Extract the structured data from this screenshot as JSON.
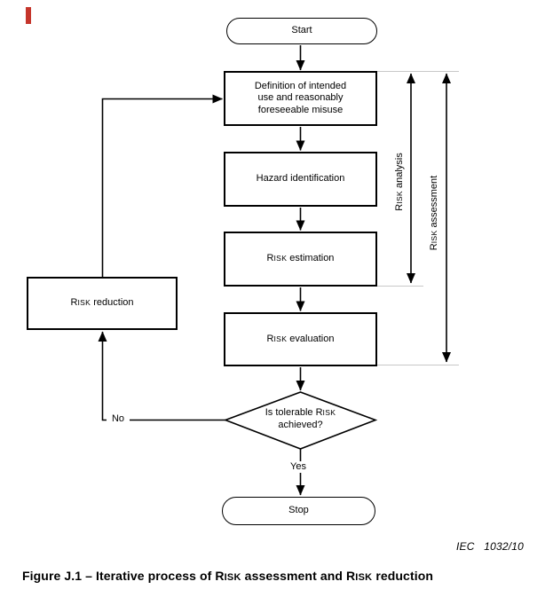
{
  "diagram": {
    "nodes": {
      "start": {
        "label": "Start"
      },
      "definition": {
        "lines": [
          "Definition of intended",
          "use and reasonably",
          "foreseeable misuse"
        ]
      },
      "hazard": {
        "label": "Hazard identification"
      },
      "estimation": {
        "label": "RISK estimation"
      },
      "evaluation": {
        "label": "RISK evaluation"
      },
      "reduction": {
        "label": "RISK reduction"
      },
      "decision": {
        "lines": [
          "Is tolerable RISK",
          "achieved?"
        ]
      },
      "stop": {
        "label": "Stop"
      }
    },
    "edge_labels": {
      "yes": "Yes",
      "no": "No"
    },
    "brackets": {
      "analysis": "RISK analysis",
      "assessment": "RISK assessment"
    }
  },
  "footer": {
    "reference": "IEC   1032/10",
    "caption": "Figure J.1 – Iterative process of RISK assessment and RISK reduction"
  },
  "colors": {
    "ink": "#000000",
    "tick_line": "#c8c8c8",
    "artifact_red": "#c5352b"
  }
}
